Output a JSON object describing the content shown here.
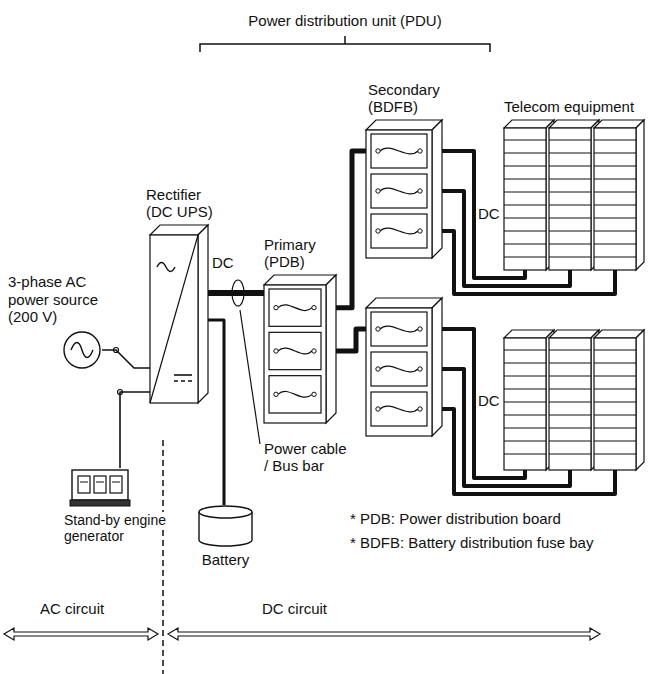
{
  "diagram": {
    "nodes": [
      {
        "text": [
          "3-phase AC power source (200 V)"
        ]
      },
      {
        "text": [
          "Stand-by engine generator"
        ]
      },
      {
        "text": [
          "Rectifier (DC UPS)"
        ]
      },
      {
        "text": [
          "Battery"
        ]
      },
      {
        "text": [
          "Primary (PDB)"
        ]
      },
      {
        "text": [
          "Secondary (BDFB)"
        ]
      },
      {
        "text": [
          "Telecom equipment"
        ]
      }
    ],
    "edges": [
      {
        "from": 0,
        "to": 2,
        "arrow": "none"
      },
      {
        "from": 1,
        "to": 2,
        "arrow": "none"
      },
      {
        "from": 2,
        "to": 3,
        "arrow": "none"
      },
      {
        "from": 2,
        "to": 4,
        "arrow": "none"
      },
      {
        "from": 4,
        "to": 5,
        "arrow": "none"
      },
      {
        "from": 5,
        "to": 6,
        "arrow": "none"
      },
      {
        "from": 5,
        "to": 6,
        "arrow": "none"
      },
      {
        "from": 5,
        "to": 6,
        "arrow": "none"
      }
    ],
    "labels": [
      "Power distribution unit (PDU)",
      "DC",
      "Power cable / Bus bar",
      "DC",
      "DC",
      "* PDB: Power distribution board",
      "* BDFB: Battery distribution fuse bay",
      "AC circuit",
      "DC circuit"
    ]
  }
}
